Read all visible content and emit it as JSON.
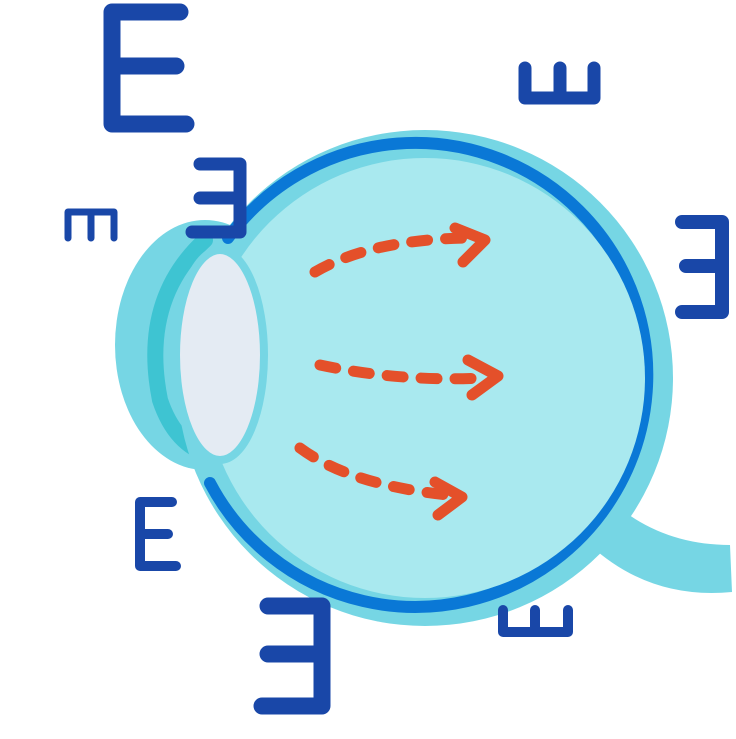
{
  "illustration": {
    "subject": "eye-anatomy-illustration",
    "colors": {
      "background": "#ffffff",
      "letter_blue": "#1947a8",
      "eyeball_outer": "#76d6e4",
      "eyeball_inner": "#a9e9ef",
      "sclera_ring": "#0a78d6",
      "cornea_dark": "#3ec4d2",
      "lens": "#e4ebf3",
      "optic_nerve": "#76d6e4",
      "arrow_orange": "#e4502a"
    },
    "letters": [
      {
        "glyph": "E",
        "orientation": "right"
      },
      {
        "glyph": "E",
        "orientation": "up"
      },
      {
        "glyph": "E",
        "orientation": "left"
      },
      {
        "glyph": "E",
        "orientation": "up"
      },
      {
        "glyph": "E",
        "orientation": "left"
      },
      {
        "glyph": "E",
        "orientation": "right"
      },
      {
        "glyph": "E",
        "orientation": "left"
      },
      {
        "glyph": "E",
        "orientation": "up"
      }
    ],
    "light_paths": 3
  }
}
